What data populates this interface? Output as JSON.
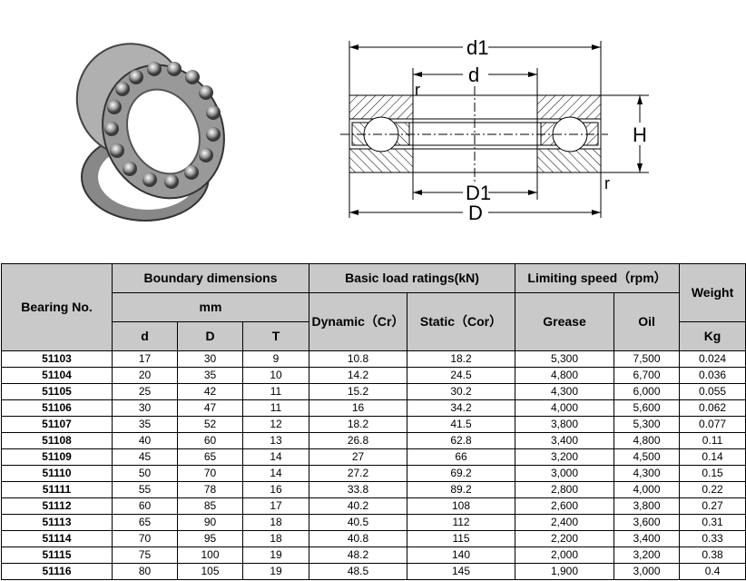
{
  "diagram": {
    "labels": {
      "d1": "d1",
      "d": "d",
      "r_top": "r",
      "r_bottom": "r",
      "H": "H",
      "D1": "D1",
      "D": "D"
    }
  },
  "table": {
    "headers": {
      "bearing_no": "Bearing No.",
      "boundary": "Boundary dimensions",
      "mm": "mm",
      "d": "d",
      "D": "D",
      "T": "T",
      "load": "Basic load ratings(kN)",
      "dynamic": "Dynamic（Cr）",
      "static": "Static（Cor）",
      "speed": "Limiting speed（rpm）",
      "grease": "Grease",
      "oil": "Oil",
      "weight": "Weight",
      "kg": "Kg"
    },
    "rows": [
      [
        "51103",
        "17",
        "30",
        "9",
        "10.8",
        "18.2",
        "5,300",
        "7,500",
        "0.024"
      ],
      [
        "51104",
        "20",
        "35",
        "10",
        "14.2",
        "24.5",
        "4,800",
        "6,700",
        "0.036"
      ],
      [
        "51105",
        "25",
        "42",
        "11",
        "15.2",
        "30.2",
        "4,300",
        "6,000",
        "0.055"
      ],
      [
        "51106",
        "30",
        "47",
        "11",
        "16",
        "34.2",
        "4,000",
        "5,600",
        "0.062"
      ],
      [
        "51107",
        "35",
        "52",
        "12",
        "18.2",
        "41.5",
        "3,800",
        "5,300",
        "0.077"
      ],
      [
        "51108",
        "40",
        "60",
        "13",
        "26.8",
        "62.8",
        "3,400",
        "4,800",
        "0.11"
      ],
      [
        "51109",
        "45",
        "65",
        "14",
        "27",
        "66",
        "3,200",
        "4,500",
        "0.14"
      ],
      [
        "51110",
        "50",
        "70",
        "14",
        "27.2",
        "69.2",
        "3,000",
        "4,300",
        "0.15"
      ],
      [
        "51111",
        "55",
        "78",
        "16",
        "33.8",
        "89.2",
        "2,800",
        "4,000",
        "0.22"
      ],
      [
        "51112",
        "60",
        "85",
        "17",
        "40.2",
        "108",
        "2,600",
        "3,800",
        "0.27"
      ],
      [
        "51113",
        "65",
        "90",
        "18",
        "40.5",
        "112",
        "2,400",
        "3,600",
        "0.31"
      ],
      [
        "51114",
        "70",
        "95",
        "18",
        "40.8",
        "115",
        "2,200",
        "3,400",
        "0.33"
      ],
      [
        "51115",
        "75",
        "100",
        "19",
        "48.2",
        "140",
        "2,000",
        "3,200",
        "0.38"
      ],
      [
        "51116",
        "80",
        "105",
        "19",
        "48.5",
        "145",
        "1,900",
        "3,000",
        "0.4"
      ]
    ]
  }
}
